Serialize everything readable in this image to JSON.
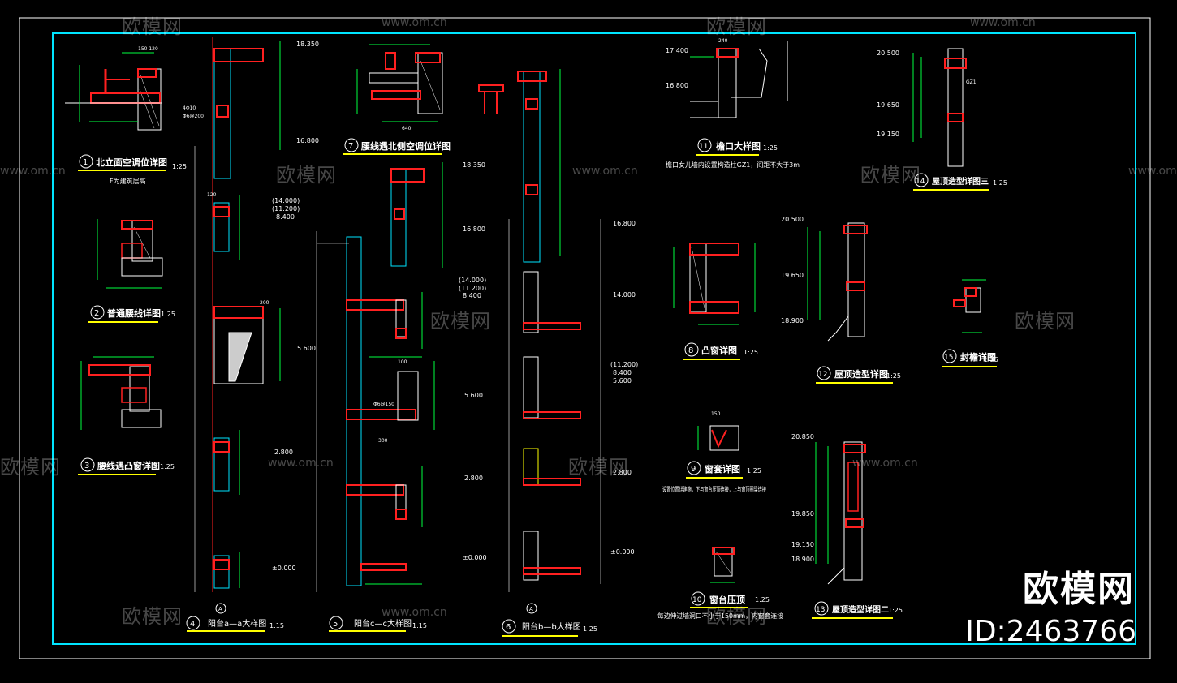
{
  "watermark": {
    "text": "欧模网",
    "url": "www.om.cn"
  },
  "brand": {
    "name": "欧模网",
    "id": "ID:2463766"
  },
  "colors": {
    "frame": "#00e5ff",
    "label_line": "#ffff00",
    "wall": "#ff2020",
    "dim": "#00ff40",
    "text": "#ffffff"
  },
  "details": [
    {
      "num": "1",
      "title": "北立面空调位详图",
      "scale": "1:25",
      "note": "F为建筑层高"
    },
    {
      "num": "2",
      "title": "普通腰线详图",
      "scale": "1:25"
    },
    {
      "num": "3",
      "title": "腰线遇凸窗详图",
      "scale": "1:25"
    },
    {
      "num": "4",
      "title": "阳台a—a大样图",
      "scale": "1:15"
    },
    {
      "num": "5",
      "title": "阳台c—c大样图",
      "scale": "1:15"
    },
    {
      "num": "6",
      "title": "阳台b—b大样图",
      "scale": "1:25"
    },
    {
      "num": "7",
      "title": "腰线遇北侧空调位详图",
      "scale": ""
    },
    {
      "num": "8",
      "title": "凸窗详图",
      "scale": "1:25"
    },
    {
      "num": "9",
      "title": "窗套详图",
      "scale": "1:25",
      "note": "设置位置详建施，下与窗台压顶连接，上与窗顶圈梁连接"
    },
    {
      "num": "10",
      "title": "窗台压顶",
      "scale": "1:25",
      "note": "每边伸过墙洞口不小于150mm，内窗套连接"
    },
    {
      "num": "11",
      "title": "檐口大样图",
      "scale": "1:25",
      "note": "檐口女儿墙内设置构造柱GZ1，间距不大于3m"
    },
    {
      "num": "12",
      "title": "屋顶造型详图",
      "scale": "1:25"
    },
    {
      "num": "13",
      "title": "屋顶造型详图二",
      "scale": "1:25"
    },
    {
      "num": "14",
      "title": "屋顶造型详图三",
      "scale": "1:25"
    },
    {
      "num": "15",
      "title": "封檐详图",
      "scale": "1:25"
    }
  ],
  "elevations": {
    "col4": [
      "18.350",
      "16.800",
      "(14.000)",
      "(11.200)",
      "8.400",
      "5.600",
      "2.800",
      "±0.000"
    ],
    "col5": [
      "18.350",
      "16.800",
      "(14.000)",
      "(11.200)",
      "8.400",
      "5.600",
      "2.800",
      "±0.000"
    ],
    "col6": [
      "16.800",
      "14.000",
      "(11.200)",
      "8.400",
      "5.600",
      "2.800",
      "±0.000"
    ],
    "d11": [
      "17.400",
      "16.800"
    ],
    "d14": [
      "20.500",
      "19.650",
      "19.150"
    ],
    "d12": [
      "20.500",
      "19.650",
      "18.900"
    ],
    "d13": [
      "20.850",
      "19.850",
      "19.150",
      "18.900"
    ]
  },
  "axis_marker": "A",
  "misc_labels": [
    "4Φ10",
    "Φ6@200",
    "Φ6@150",
    "GZ1",
    "120",
    "240",
    "150",
    "100",
    "200",
    "300",
    "640"
  ]
}
